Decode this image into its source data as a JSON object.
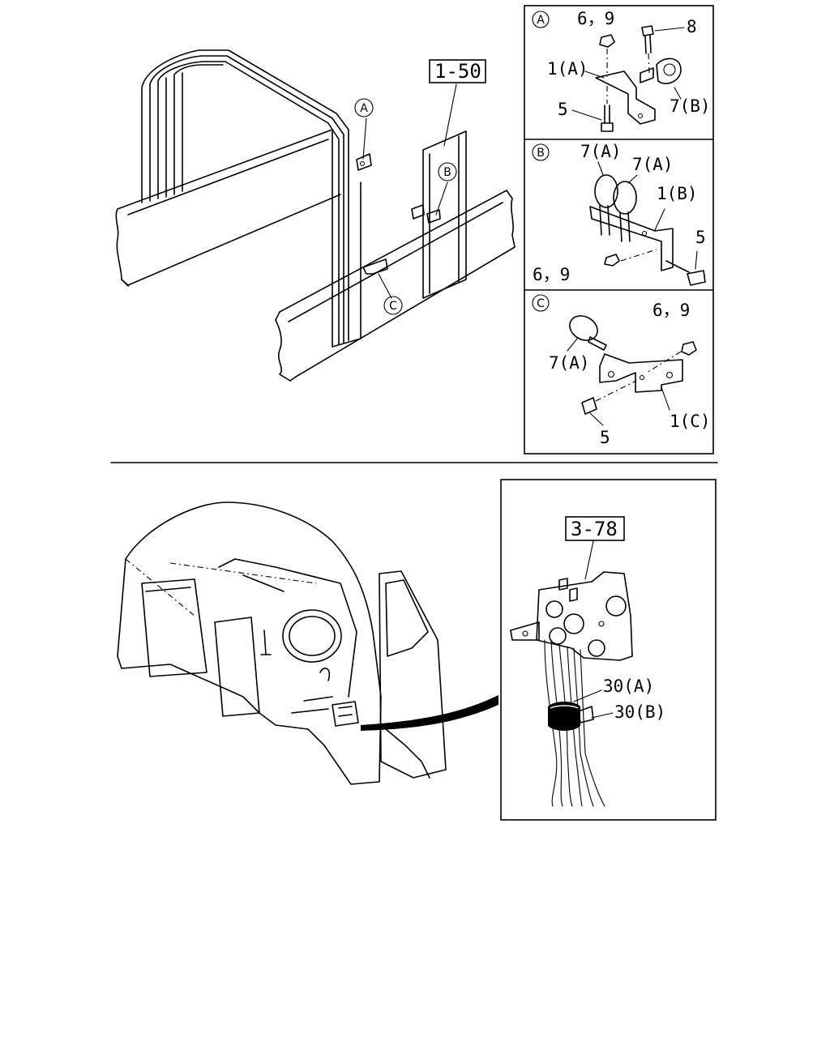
{
  "refs": {
    "ref_1_50": "1-50",
    "ref_3_78": "3-78"
  },
  "callouts": {
    "A": "A",
    "B": "B",
    "C": "C"
  },
  "panel_a": {
    "letter": "A",
    "part_6_9": "6，9",
    "part_8": "8",
    "part_1a": "1(A)",
    "part_5": "5",
    "part_7b": "7(B)"
  },
  "panel_b": {
    "letter": "B",
    "part_7a_left": "7(A)",
    "part_7a_right": "7(A)",
    "part_1b": "1(B)",
    "part_5": "5",
    "part_6_9": "6，9"
  },
  "panel_c": {
    "letter": "C",
    "part_6_9": "6，9",
    "part_7a": "7(A)",
    "part_5": "5",
    "part_1c": "1(C)"
  },
  "bottom_detail": {
    "part_30a": "30(A)",
    "part_30b": "30(B)"
  }
}
